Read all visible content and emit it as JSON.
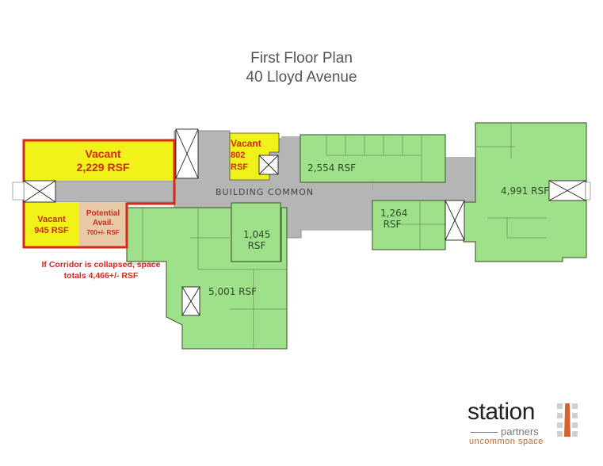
{
  "title": {
    "line1": "First Floor Plan",
    "line2": "40 Lloyd Avenue"
  },
  "colors": {
    "vacant": "#f0f21a",
    "leased": "#9fe08a",
    "common": "#b5b5b5",
    "potential": "#e8c9a8",
    "highlight_border": "#d42a1c",
    "logo_accent": "#d9622a"
  },
  "spaces": [
    {
      "id": "vacant-2229",
      "status": "Vacant",
      "label": "Vacant",
      "area": "2,229 RSF"
    },
    {
      "id": "vacant-945",
      "status": "Vacant",
      "label": "Vacant",
      "area": "945 RSF"
    },
    {
      "id": "potential-700",
      "status": "Potential",
      "label": "Potential",
      "label2": "Avail.",
      "area": "700+/- RSF"
    },
    {
      "id": "vacant-802",
      "status": "Vacant",
      "label": "Vacant",
      "area_line1": "802",
      "area_line2": "RSF"
    },
    {
      "id": "leased-2554",
      "status": "Leased",
      "area": "2,554  RSF"
    },
    {
      "id": "leased-1264",
      "status": "Leased",
      "area_line1": "1,264",
      "area_line2": "RSF"
    },
    {
      "id": "leased-1045",
      "status": "Leased",
      "area_line1": "1,045",
      "area_line2": "RSF"
    },
    {
      "id": "leased-5001",
      "status": "Leased",
      "area": "5,001  RSF"
    },
    {
      "id": "leased-4991",
      "status": "Leased",
      "area": "4,991 RSF"
    }
  ],
  "common_area": {
    "label": "BUILDING  COMMON"
  },
  "note": {
    "line1": "If Corridor is  collapsed, space",
    "line2": "totals 4,466+/- RSF"
  },
  "logo": {
    "name": "station",
    "sub": "partners",
    "tagline": "uncommon space"
  }
}
